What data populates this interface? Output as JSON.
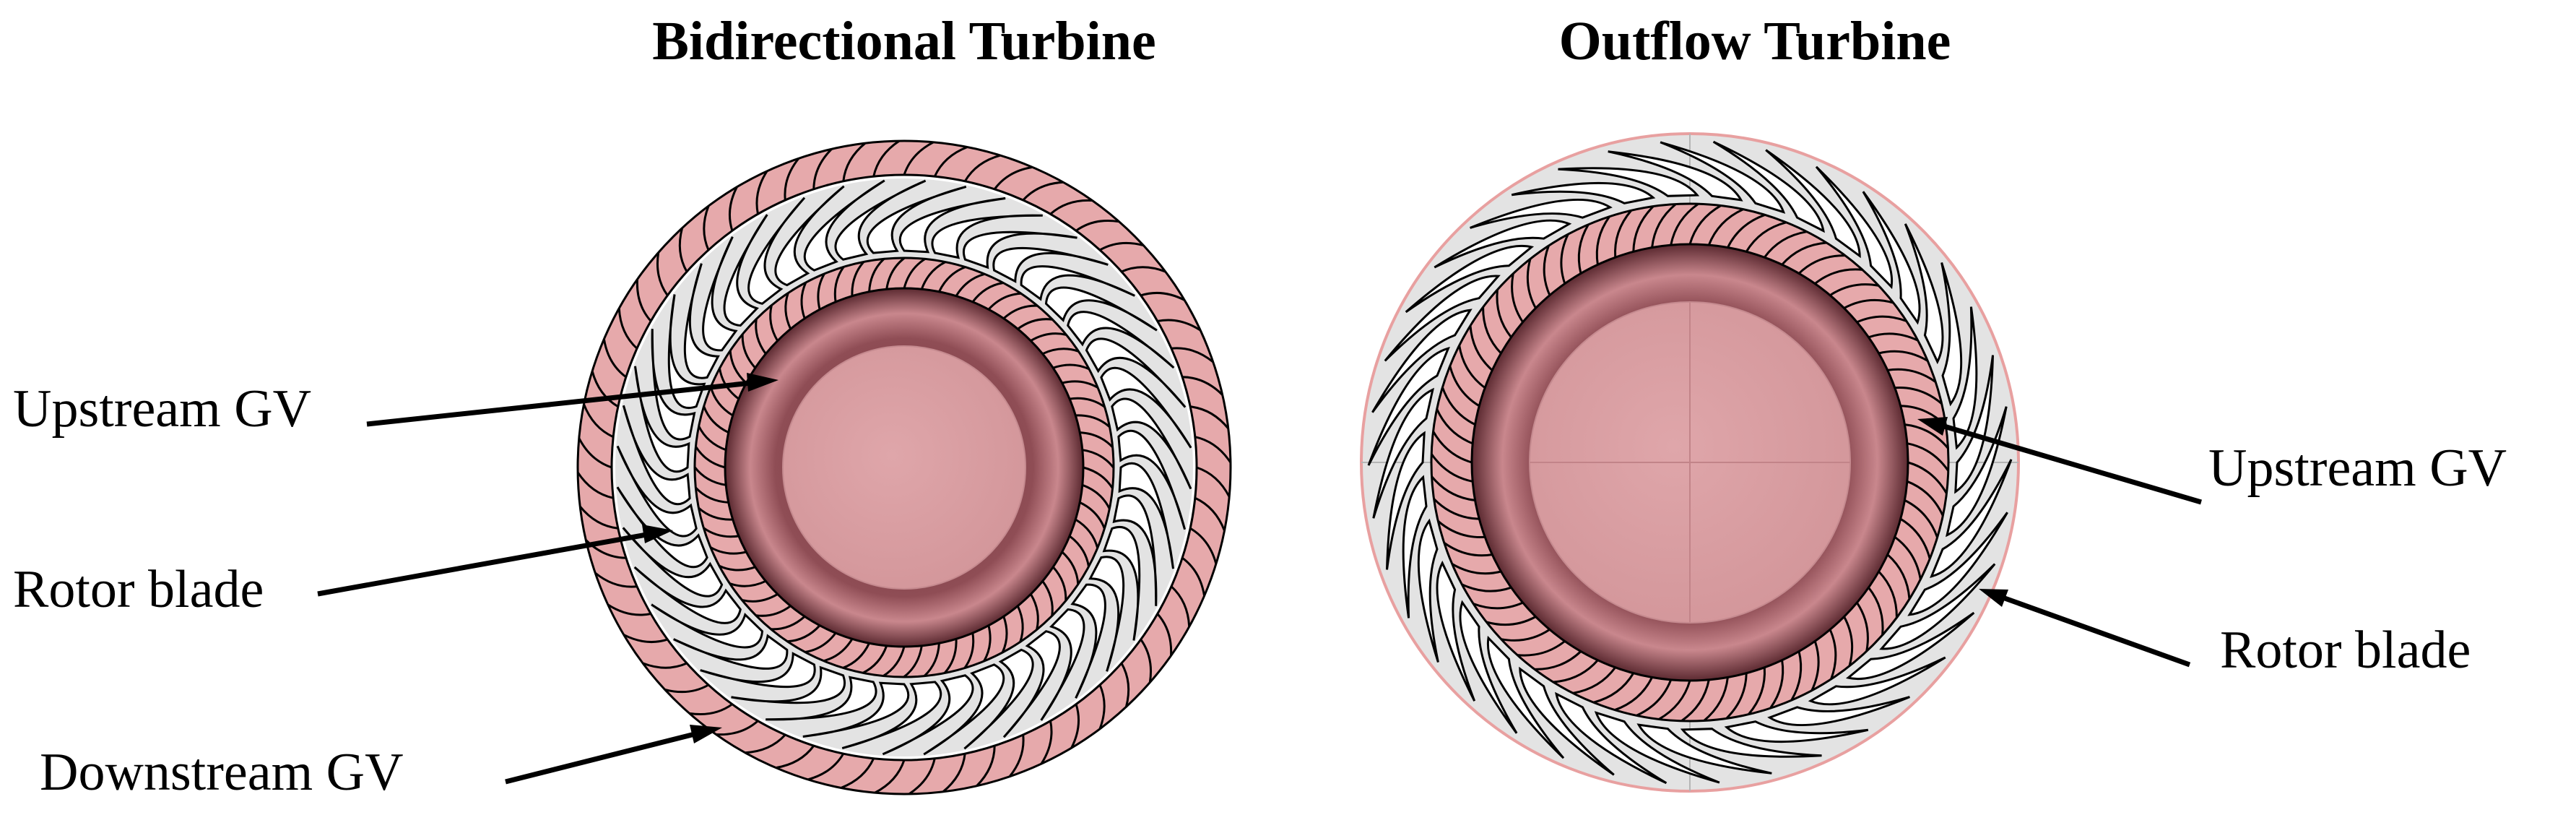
{
  "diagrams": [
    {
      "title": "Bidirectional Turbine",
      "labels": {
        "upstream_gv": "Upstream GV",
        "rotor_blade": "Rotor blade",
        "downstream_gv": "Downstream GV"
      },
      "blade_counts": {
        "outer_ring": 60,
        "rotor_ring": 44,
        "inner_ring": 64
      }
    },
    {
      "title": "Outflow Turbine",
      "labels": {
        "upstream_gv": "Upstream GV",
        "rotor_blade": "Rotor blade"
      },
      "blade_counts": {
        "rotor_ring": 38,
        "inner_ring": 72
      }
    }
  ],
  "colors": {
    "pink": "#e6a9ab",
    "pink_dark": "#7a3e45",
    "hub": "#d89ea2",
    "grey": "#e3e3e3",
    "ink": "#000000",
    "rim": "#e8a0a0"
  }
}
